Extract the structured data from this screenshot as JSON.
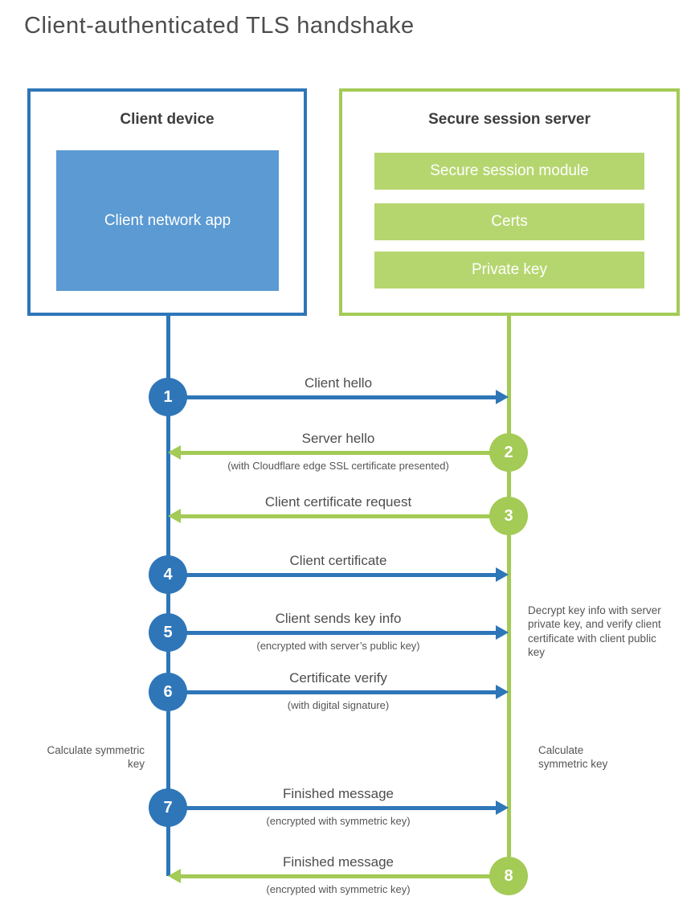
{
  "title": "Client-authenticated TLS handshake",
  "client": {
    "title": "Client device",
    "app_label": "Client network app"
  },
  "server": {
    "title": "Secure session server",
    "modules": [
      "Secure session module",
      "Certs",
      "Private key"
    ]
  },
  "steps": [
    {
      "num": "1",
      "label": "Client hello",
      "sub": "",
      "direction": "client-to-server"
    },
    {
      "num": "2",
      "label": "Server hello",
      "sub": "(with Cloudflare edge SSL certificate presented)",
      "direction": "server-to-client"
    },
    {
      "num": "3",
      "label": "Client certificate request",
      "sub": "",
      "direction": "server-to-client"
    },
    {
      "num": "4",
      "label": "Client certificate",
      "sub": "",
      "direction": "client-to-server"
    },
    {
      "num": "5",
      "label": "Client sends key info",
      "sub": "(encrypted with server’s public key)",
      "direction": "client-to-server"
    },
    {
      "num": "6",
      "label": "Certificate verify",
      "sub": "(with digital signature)",
      "direction": "client-to-server"
    },
    {
      "num": "7",
      "label": "Finished message",
      "sub": "(encrypted with symmetric key)",
      "direction": "client-to-server"
    },
    {
      "num": "8",
      "label": "Finished message",
      "sub": "(encrypted with symmetric key)",
      "direction": "server-to-client"
    }
  ],
  "notes": {
    "decrypt": "Decrypt key info with server private key, and verify client certificate with client public key",
    "calc_left": "Calculate symmetric key",
    "calc_right": "Calculate symmetric key"
  },
  "colors": {
    "blue": "#2e76b8",
    "light_blue": "#5b9ad3",
    "green": "#a3cb55",
    "light_green": "#b5d66f"
  }
}
